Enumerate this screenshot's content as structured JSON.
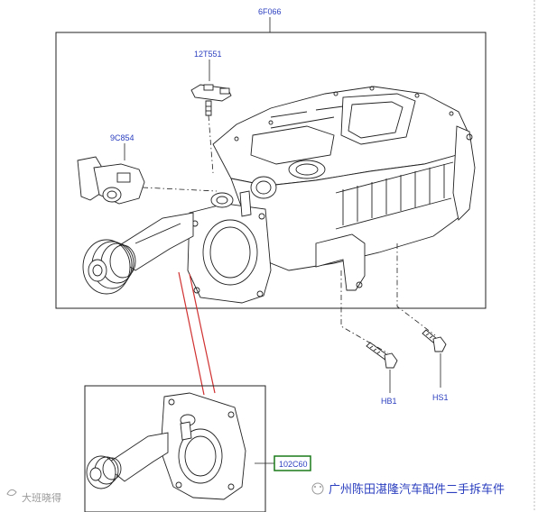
{
  "labels": {
    "main_assembly": "6F066",
    "sensor_top": "12T551",
    "sensor_left": "9C854",
    "bolt_hb1": "HB1",
    "bolt_hs1": "HS1",
    "detail_part": "102C60"
  },
  "watermark": {
    "right_text": "广州陈田湛隆汽车配件二手拆车件",
    "left_text": "大班晓得"
  },
  "colors": {
    "label_blue": "#2b3fbf",
    "highlight_box_green": "#1a7a1a",
    "callout_red": "#d03030",
    "line_dark": "#222222"
  }
}
